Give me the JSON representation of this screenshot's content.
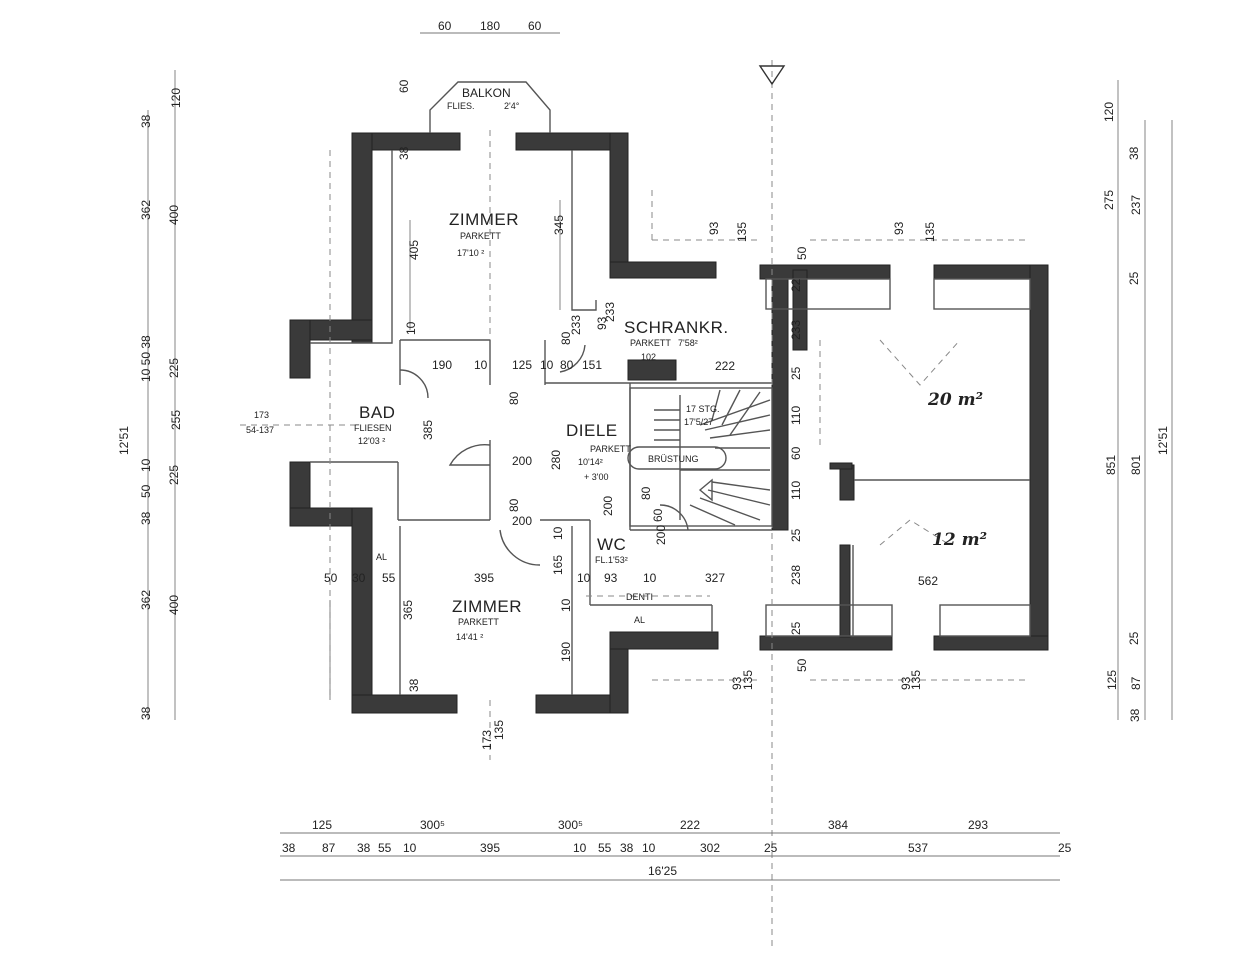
{
  "rooms": {
    "balkon": {
      "name": "BALKON",
      "floor": "FLIES.",
      "area": "2'4°"
    },
    "zimmer_top": {
      "name": "ZIMMER",
      "floor": "PARKETT",
      "area": "17'10 ²"
    },
    "schrank": {
      "name": "SCHRANKR.",
      "floor": "PARKETT",
      "area": "7'58²"
    },
    "bad": {
      "name": "BAD",
      "floor": "FLIESEN",
      "area": "12'03 ²"
    },
    "diele": {
      "name": "DIELE",
      "floor": "PARKETT",
      "area": "10'14²",
      "height": "+ 3'00"
    },
    "wc": {
      "name": "WC",
      "floor": "FL.1'53²"
    },
    "zimmer_bottom": {
      "name": "ZIMMER",
      "floor": "PARKETT",
      "area": "14'41 ²"
    },
    "room_20": {
      "area": "20 m²"
    },
    "room_12": {
      "area": "12 m²"
    }
  },
  "labels": {
    "stairs": "17 STG.",
    "stairs_ratio": "17'5/27",
    "bruestung": "BRÜSTUNG",
    "chimney": "102",
    "al1": "AL",
    "al2": "AL",
    "denti": "DENTI",
    "bad_note1": "173",
    "bad_note2": "54-137"
  },
  "dimensions": {
    "top": [
      "60",
      "180",
      "60"
    ],
    "left_outer": [
      "120",
      "38",
      "362",
      "10 50 38",
      "255",
      "10",
      "50",
      "38",
      "362",
      "38"
    ],
    "left_inner": [
      "400",
      "225",
      "225",
      "400"
    ],
    "left_total": "12'51",
    "right_outer": [
      "120",
      "38",
      "275",
      "25",
      "851",
      "25",
      "125",
      "38"
    ],
    "right_inner": [
      "237",
      "801",
      "87"
    ],
    "right_total": "12'51",
    "bottom_row1": [
      "125",
      "300⁵",
      "300⁵",
      "222",
      "384",
      "293"
    ],
    "bottom_row2": [
      "38",
      "87",
      "38",
      "55",
      "10",
      "395",
      "10",
      "55",
      "38",
      "10",
      "302",
      "25",
      "537",
      "25"
    ],
    "bottom_total": "16'25",
    "interior": [
      "60",
      "38",
      "405",
      "345",
      "93",
      "135",
      "93",
      "135",
      "50",
      "10",
      "190",
      "10",
      "125",
      "10",
      "80",
      "151",
      "222",
      "233",
      "25",
      "80",
      "200",
      "385",
      "280",
      "110",
      "60",
      "110",
      "25",
      "80",
      "200",
      "60",
      "200",
      "80",
      "200",
      "10",
      "165",
      "10",
      "93",
      "10",
      "327",
      "238",
      "25",
      "562",
      "50",
      "30",
      "55",
      "395",
      "365",
      "190",
      "38",
      "10",
      "173",
      "135",
      "93",
      "135",
      "50",
      "93",
      "135",
      "22",
      "80",
      "233",
      "93",
      "233"
    ]
  }
}
